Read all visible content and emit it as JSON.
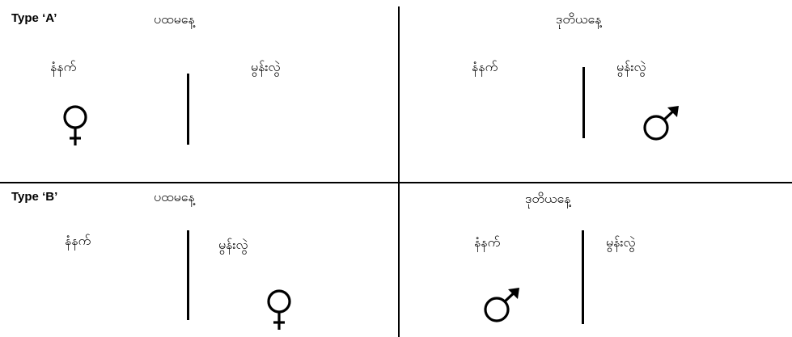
{
  "panels": {
    "type_a": {
      "label": "Type ‘A’",
      "day1": {
        "title": "ပထမနေ့",
        "left_label": "နံနက်",
        "right_label": "မွန်းလွဲ",
        "symbol": "female-icon",
        "symbol_side": "left"
      },
      "day2": {
        "title": "ဒုတိယနေ့",
        "left_label": "နံနက်",
        "right_label": "မွန်းလွဲ",
        "symbol": "male-icon",
        "symbol_side": "right"
      }
    },
    "type_b": {
      "label": "Type ‘B’",
      "day1": {
        "title": "ပထမနေ့",
        "left_label": "နံနက်",
        "right_label": "မွန်းလွဲ",
        "symbol": "female-icon",
        "symbol_side": "right"
      },
      "day2": {
        "title": "ဒုတိယနေ့",
        "left_label": "နံနက်",
        "right_label": "မွန်းလွဲ",
        "symbol": "male-icon",
        "symbol_side": "left"
      }
    }
  }
}
